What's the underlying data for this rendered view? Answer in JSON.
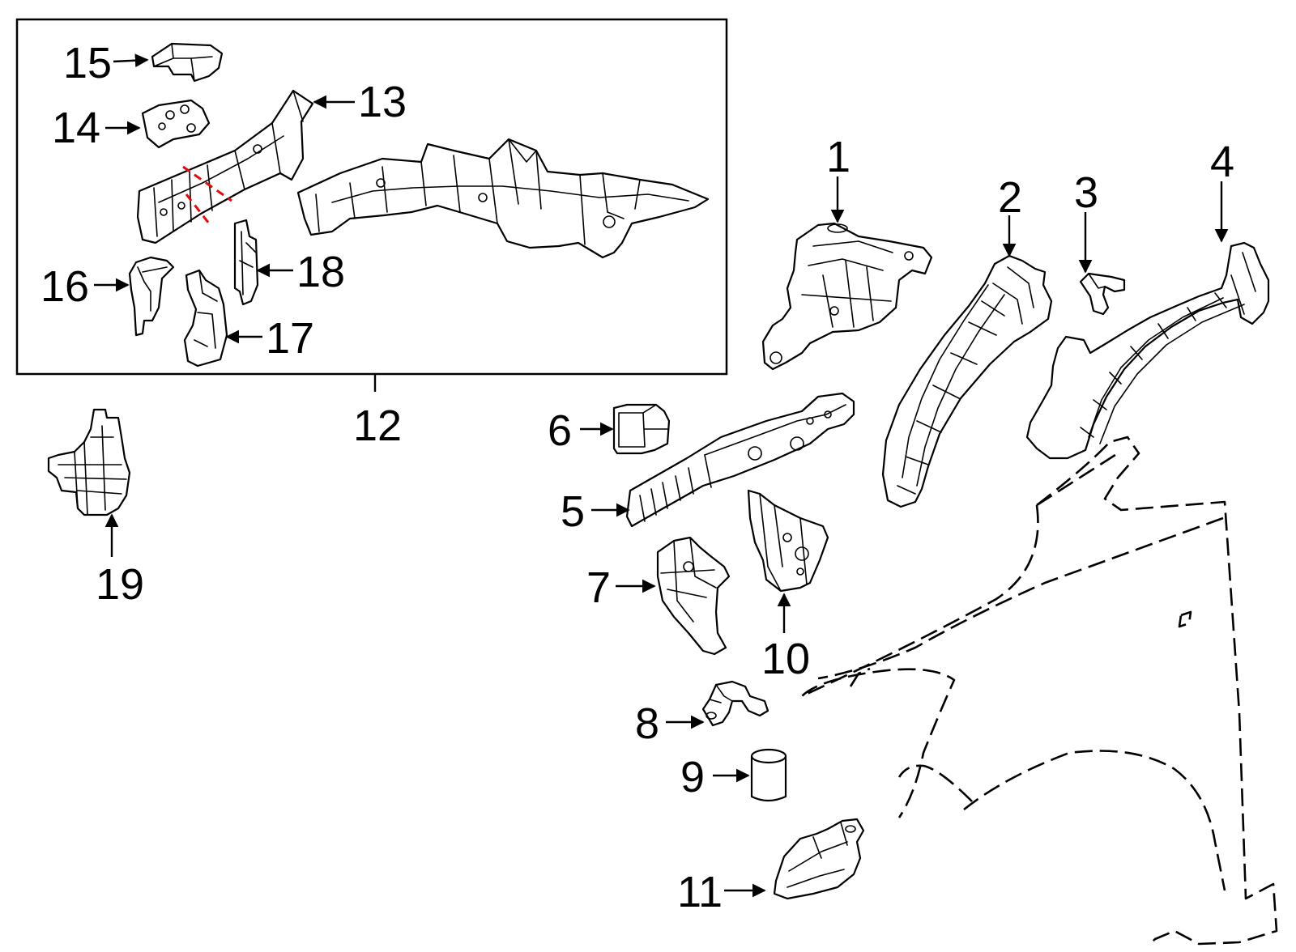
{
  "callouts": {
    "c1": "1",
    "c2": "2",
    "c3": "3",
    "c4": "4",
    "c5": "5",
    "c6": "6",
    "c7": "7",
    "c8": "8",
    "c9": "9",
    "c10": "10",
    "c11": "11",
    "c12": "12",
    "c13": "13",
    "c14": "14",
    "c15": "15",
    "c16": "16",
    "c17": "17",
    "c18": "18",
    "c19": "19"
  },
  "colors": {
    "line": "#000000",
    "cut_mark": "#e10b0b",
    "background": "#ffffff"
  }
}
